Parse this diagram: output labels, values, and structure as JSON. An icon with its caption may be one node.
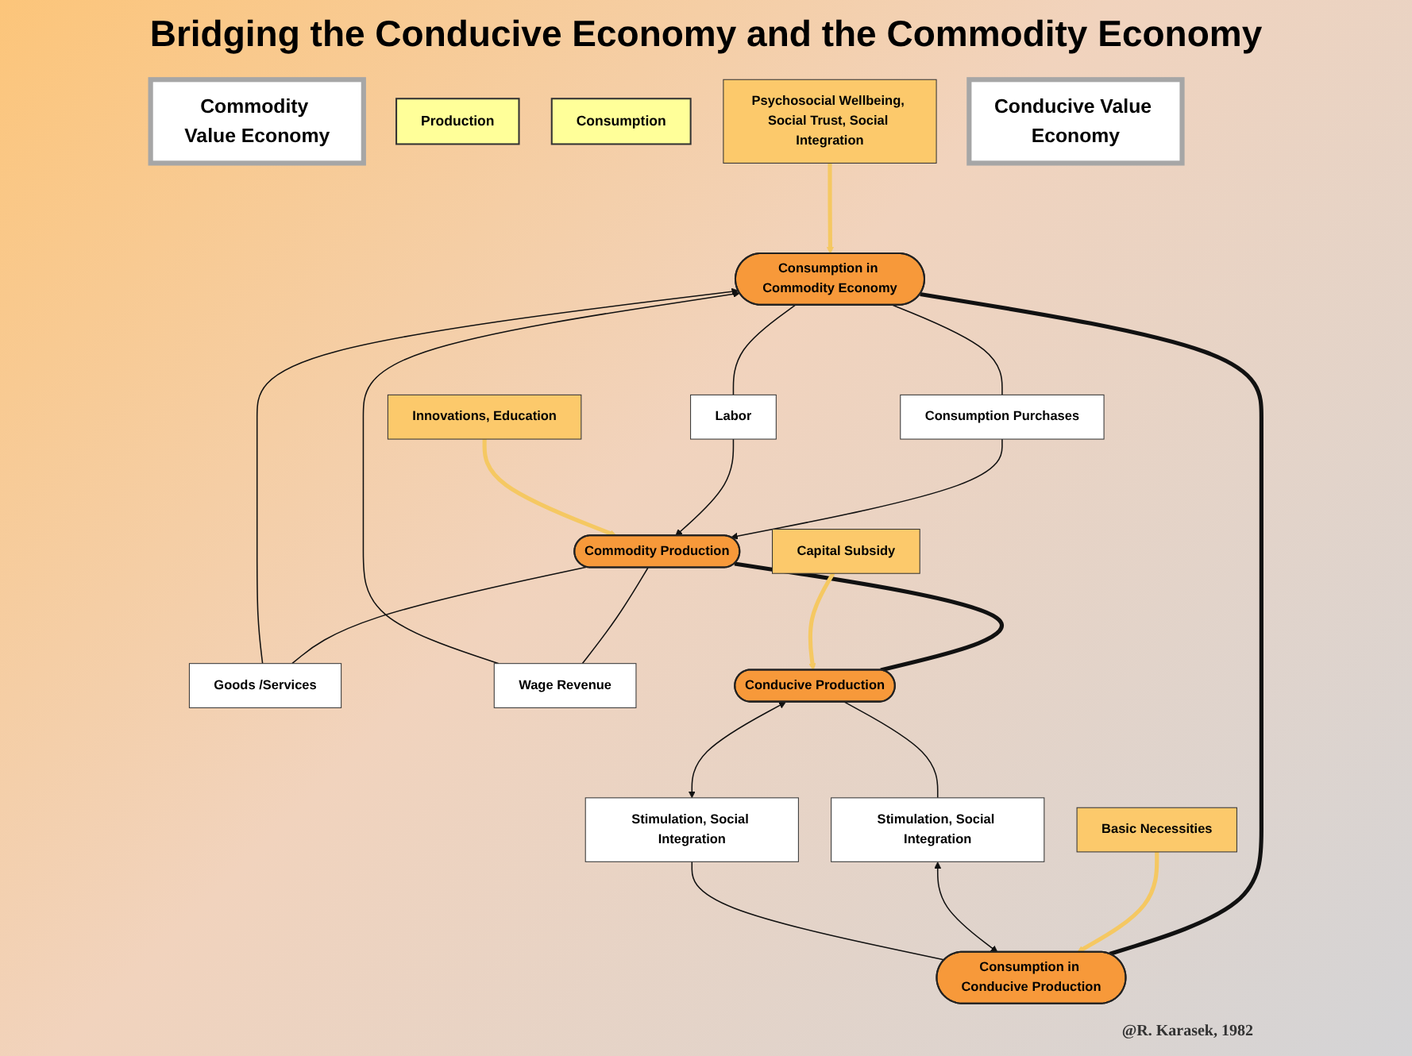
{
  "diagram": {
    "title": "Bridging the Conducive Economy and the Commodity Economy",
    "nodes": [
      {
        "text": [
          "Commodity Value Economy"
        ]
      },
      {
        "text": [
          "Production"
        ]
      },
      {
        "text": [
          "Consumption"
        ]
      },
      {
        "text": [
          "Goods /Services"
        ]
      },
      {
        "text": [
          "Commodity Production"
        ]
      },
      {
        "text": [
          "Consumption Purchases"
        ]
      },
      {
        "text": [
          "Consumption in Commodity Economy"
        ]
      },
      {
        "text": [
          "Wage Revenue"
        ]
      },
      {
        "text": [
          "Labor"
        ]
      },
      {
        "text": [
          "Capital Subsidy"
        ]
      },
      {
        "text": [
          "Basic Necessities"
        ]
      },
      {
        "text": [
          "Innovations, Education"
        ]
      },
      {
        "text": [
          "Psychosocial Wellbeing, Social Trust, Social Integration"
        ]
      },
      {
        "text": [
          "Stimulation, Social Integration"
        ]
      },
      {
        "text": [
          "Conducive Production"
        ]
      },
      {
        "text": [
          "Consumption in Conducive Production"
        ]
      },
      {
        "text": [
          "Stimulation, Social Integration"
        ]
      },
      {
        "text": [
          "Conducive Value Economy"
        ]
      }
    ],
    "edges": [
      {
        "from": 4,
        "to": 3,
        "arrow": "none"
      },
      {
        "from": 3,
        "to": 6,
        "arrow": "to"
      },
      {
        "from": 6,
        "to": 5,
        "arrow": "none"
      },
      {
        "from": 5,
        "to": 4,
        "arrow": "to"
      },
      {
        "from": 4,
        "to": 7,
        "arrow": "none"
      },
      {
        "from": 7,
        "to": 6,
        "arrow": "to"
      },
      {
        "from": 6,
        "to": 8,
        "arrow": "none"
      },
      {
        "from": 8,
        "to": 4,
        "arrow": "to"
      },
      {
        "from": 4,
        "to": 14,
        "arrow": "none",
        "style": "thick"
      },
      {
        "from": 9,
        "to": 14,
        "arrow": "to",
        "style": "thick",
        "color": "#f5c862"
      },
      {
        "from": 11,
        "to": 4,
        "arrow": "to",
        "style": "thick",
        "color": "#f5c862"
      },
      {
        "from": 6,
        "to": 15,
        "arrow": "none",
        "style": "thick"
      },
      {
        "from": 10,
        "to": 15,
        "arrow": "to",
        "style": "thick",
        "color": "#f5c862"
      },
      {
        "from": 12,
        "to": 6,
        "arrow": "to",
        "style": "thick",
        "color": "#f5c862"
      },
      {
        "from": 14,
        "to": 13,
        "arrow": "none"
      },
      {
        "from": 13,
        "to": 15,
        "arrow": "both"
      },
      {
        "from": 14,
        "to": 16,
        "arrow": "both"
      },
      {
        "from": 16,
        "to": 15,
        "arrow": "none"
      }
    ],
    "labels": [
      "@R. Karasek, 1982"
    ]
  }
}
